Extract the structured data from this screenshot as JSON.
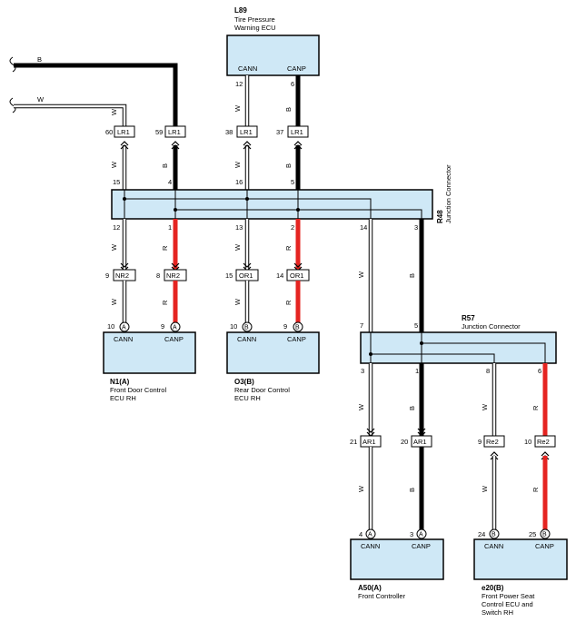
{
  "ecus": {
    "l89": {
      "code": "L89",
      "name": [
        "Tire Pressure",
        "Warning ECU"
      ],
      "pin_left": "CANN",
      "pin_right": "CANP"
    },
    "n1": {
      "code": "N1(A)",
      "name": [
        "Front Door Control",
        "ECU RH"
      ],
      "pin_left": "CANN",
      "pin_right": "CANP",
      "terms": [
        "10",
        "A",
        "9",
        "A"
      ]
    },
    "o3": {
      "code": "O3(B)",
      "name": [
        "Rear Door Control",
        "ECU RH"
      ],
      "pin_left": "CANN",
      "pin_right": "CANP",
      "terms": [
        "10",
        "B",
        "9",
        "B"
      ]
    },
    "a50": {
      "code": "A50(A)",
      "name": [
        "Front Controller"
      ],
      "pin_left": "CANN",
      "pin_right": "CANP",
      "terms": [
        "4",
        "A",
        "3",
        "A"
      ]
    },
    "e20": {
      "code": "e20(B)",
      "name": [
        "Front Power Seat",
        "Control ECU and",
        "Switch RH"
      ],
      "pin_left": "CANN",
      "pin_right": "CANP",
      "terms": [
        "24",
        "B",
        "25",
        "B"
      ]
    }
  },
  "junctions": {
    "r48": {
      "code": "R48",
      "name": "Junction Connector"
    },
    "r57": {
      "code": "R57",
      "name": "Junction Connector"
    }
  },
  "incoming": {
    "b": "B",
    "w": "W"
  },
  "upper_connectors": [
    {
      "num": "60",
      "label": "LR1"
    },
    {
      "num": "59",
      "label": "LR1"
    },
    {
      "num": "38",
      "label": "LR1"
    },
    {
      "num": "37",
      "label": "LR1"
    }
  ],
  "lower_connectors": [
    {
      "num": "9",
      "label": "NR2"
    },
    {
      "num": "8",
      "label": "NR2"
    },
    {
      "num": "15",
      "label": "OR1"
    },
    {
      "num": "14",
      "label": "OR1"
    }
  ],
  "r57_connectors": [
    {
      "num": "21",
      "label": "AR1"
    },
    {
      "num": "20",
      "label": "AR1"
    },
    {
      "num": "9",
      "label": "Re2"
    },
    {
      "num": "10",
      "label": "Re2"
    }
  ],
  "pins": {
    "l89": [
      "12",
      "6"
    ],
    "r48_top": [
      "15",
      "4",
      "16",
      "5"
    ],
    "r48_bottom": [
      "12",
      "1",
      "13",
      "2",
      "14",
      "3"
    ],
    "r57_top": [
      "7",
      "5"
    ],
    "r57_bottom": [
      "3",
      "1",
      "8",
      "6"
    ]
  },
  "wire_colors": {
    "w": "W",
    "b": "B",
    "r": "R"
  },
  "colors": {
    "red_wire": "#e52421",
    "box_fill": "#cfe8f6",
    "black": "#000000"
  }
}
